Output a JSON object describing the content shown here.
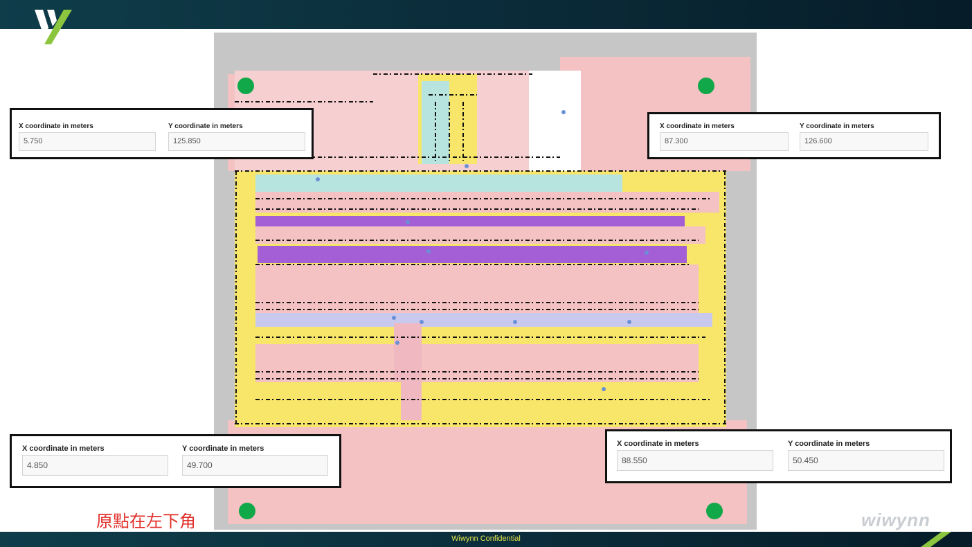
{
  "footer": {
    "text": "Wiwynn Confidential"
  },
  "brand": {
    "name": "wiwynn"
  },
  "logo": {
    "icon": "wiwynn-v-logo-icon",
    "accent": "#8cc63f"
  },
  "origin_note": "原點在左下角",
  "colors": {
    "dot": "#11a84a",
    "zone_pink": "#f4c2c2",
    "zone_yellow": "#f7e66a",
    "zone_purple": "#a45fd6",
    "zone_cyan": "#b8e4e0"
  },
  "boxes": {
    "top_left": {
      "x_label": "X coordinate in meters",
      "x_value": "5.750",
      "y_label": "Y coordinate in meters",
      "y_value": "125.850"
    },
    "top_right": {
      "x_label": "X coordinate in meters",
      "x_value": "87.300",
      "y_label": "Y coordinate in meters",
      "y_value": "126.600"
    },
    "bottom_left": {
      "x_label": "X coordinate in meters",
      "x_value": "4.850",
      "y_label": "Y coordinate in meters",
      "y_value": "49.700"
    },
    "bottom_right": {
      "x_label": "X coordinate in meters",
      "x_value": "88.550",
      "y_label": "Y coordinate in meters",
      "y_value": "50.450"
    }
  }
}
